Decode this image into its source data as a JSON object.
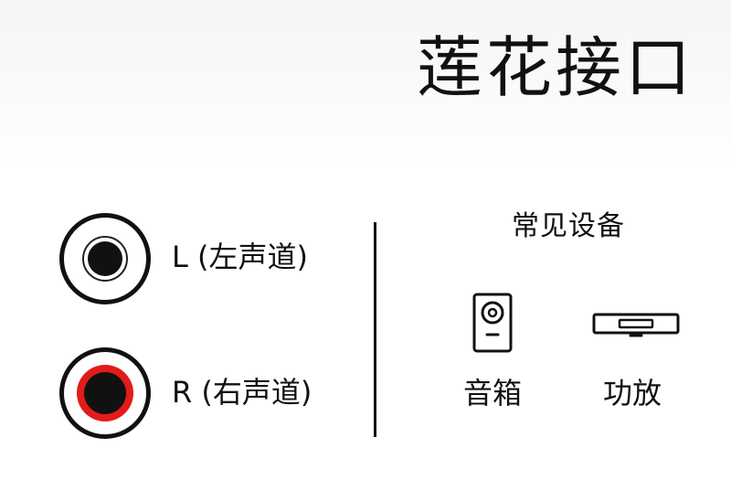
{
  "title": "莲花接口",
  "jacks": [
    {
      "label": "L (左声道)",
      "color": "#111111"
    },
    {
      "label": "R (右声道)",
      "color": "#e21b1b"
    }
  ],
  "devices": {
    "heading": "常见设备",
    "items": [
      {
        "label": "音箱",
        "icon": "speaker-icon"
      },
      {
        "label": "功放",
        "icon": "amplifier-icon"
      }
    ]
  }
}
